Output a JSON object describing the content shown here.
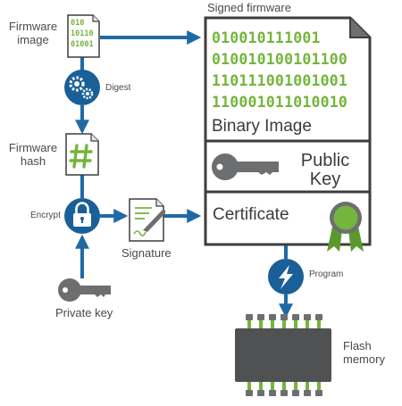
{
  "labels": {
    "signed_firmware": "Signed firmware",
    "firmware_image": "Firmware image",
    "digest": "Digest",
    "firmware_hash": "Firmware hash",
    "encrypt": "Encrypt",
    "signature": "Signature",
    "private_key": "Private key",
    "program": "Program",
    "flash_memory": "Flash memory"
  },
  "firmware_icon_lines": [
    "010",
    "10110",
    "01001"
  ],
  "signed_box": {
    "binary_lines": [
      "010010111001",
      "010010100101100",
      "110111001001001",
      "110001011010010"
    ],
    "binary_image": "Binary Image",
    "public_key_line1": "Public",
    "public_key_line2": "Key",
    "certificate": "Certificate"
  },
  "colors": {
    "arrow_blue": "#1f6aa5",
    "circle_blue": "#1a5f98",
    "green": "#74b53b",
    "dark_gray": "#3d3d3d",
    "key_gray": "#6d6e70"
  }
}
